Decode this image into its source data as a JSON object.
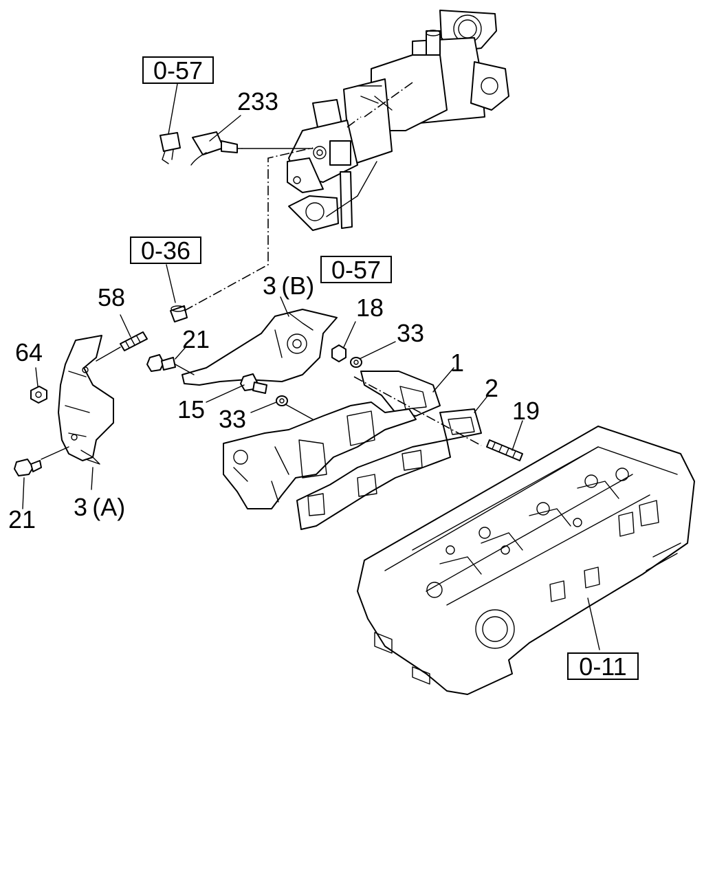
{
  "references": {
    "ref_top": "0-57",
    "ref_mid": "0-36",
    "ref_egr": "0-57",
    "ref_head": "0-11"
  },
  "callouts": {
    "p233": "233",
    "p58": "58",
    "p64": "64",
    "p21_top": "21",
    "p21_bottom": "21",
    "p3b": "3 (B)",
    "p3a": "3 (A)",
    "p18": "18",
    "p33_top": "33",
    "p33_mid": "33",
    "p1": "1",
    "p2": "2",
    "p15": "15",
    "p19": "19"
  }
}
